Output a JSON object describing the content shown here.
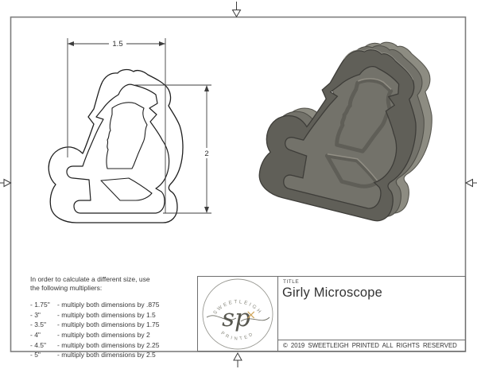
{
  "drawing": {
    "width_label": "1.5",
    "height_label": "2"
  },
  "sizing_note": {
    "intro_line1": "In order to calculate a different size, use",
    "intro_line2": "the following multipliers:",
    "rows": [
      {
        "size": "- 1.75\"",
        "rule": "- multiply both dimensions by .875"
      },
      {
        "size": "- 3\"",
        "rule": "- multiply both dimensions by 1.5"
      },
      {
        "size": "- 3.5\"",
        "rule": "- multiply both dimensions by 1.75"
      },
      {
        "size": "- 4\"",
        "rule": "- multiply both dimensions by 2"
      },
      {
        "size": "- 4.5\"",
        "rule": "- multiply both dimensions by 2.25"
      },
      {
        "size": "- 5\"",
        "rule": "- multiply both dimensions by 2.5"
      }
    ]
  },
  "title_block": {
    "title_label": "TITLE",
    "title": "Girly Microscope",
    "copyright": "© 2019  SWEETLEIGH PRINTED  ALL RIGHTS RESERVED",
    "logo": {
      "arc_top": "SWEETLEIGH",
      "arc_bottom": "PRINTED",
      "monogram": "sp",
      "accent_mark": "×",
      "accent_color": "#d0a75e"
    }
  }
}
